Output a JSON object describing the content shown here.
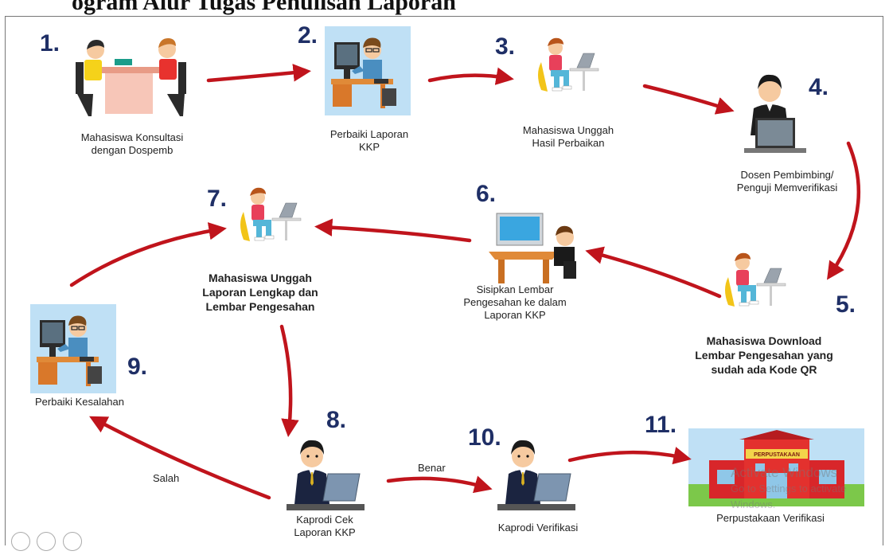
{
  "header": {
    "title": "ogram Alur Tugas Penulisan Laporan"
  },
  "steps": [
    {
      "number": "1.",
      "caption": [
        "Mahasiswa Konsultasi",
        "dengan Dospemb"
      ]
    },
    {
      "number": "2.",
      "caption": [
        "Perbaiki Laporan",
        "KKP"
      ]
    },
    {
      "number": "3.",
      "caption": [
        "Mahasiswa Unggah",
        "Hasil Perbaikan"
      ]
    },
    {
      "number": "4.",
      "caption": [
        "Dosen Pembimbing/",
        "Penguji Memverifikasi"
      ]
    },
    {
      "number": "5.",
      "caption": [
        "Mahasiswa Download",
        "Lembar Pengesahan yang",
        "sudah ada Kode QR"
      ]
    },
    {
      "number": "6.",
      "caption": [
        "Sisipkan Lembar",
        "Pengesahan ke dalam",
        "Laporan KKP"
      ]
    },
    {
      "number": "7.",
      "caption": [
        "Mahasiswa Unggah",
        "Laporan Lengkap dan",
        "Lembar Pengesahan"
      ]
    },
    {
      "number": "8.",
      "caption": [
        "Kaprodi Cek",
        "Laporan KKP"
      ]
    },
    {
      "number": "9.",
      "caption": [
        "Perbaiki Kesalahan"
      ]
    },
    {
      "number": "10.",
      "caption": [
        "Kaprodi Verifikasi"
      ]
    },
    {
      "number": "11.",
      "caption": [
        "Perpustakaan Verifikasi"
      ]
    }
  ],
  "edges": {
    "salah": "Salah",
    "benar": "Benar"
  },
  "building": {
    "sign": "PERPUSTAKAAN"
  },
  "watermark": {
    "line1": "Activate Windows",
    "line2": "Go to Settings to activate Windows."
  },
  "colors": {
    "arrow": "#c0141c",
    "number": "#1f2f66",
    "sky": "#bfe0f5",
    "grass": "#7cc84a"
  }
}
